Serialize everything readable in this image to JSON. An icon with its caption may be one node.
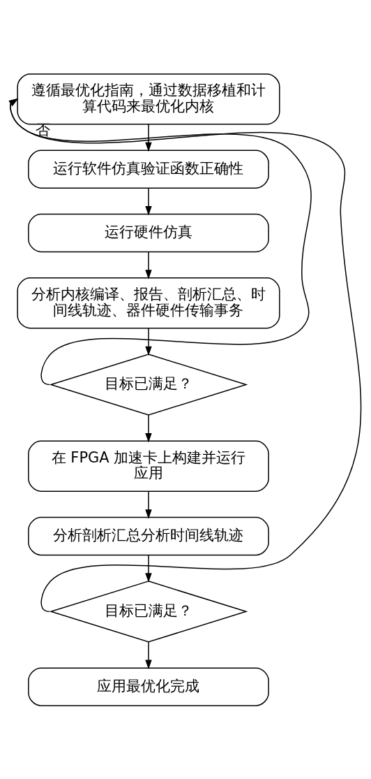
{
  "diagram": {
    "nodes": [
      {
        "text": [
          "遵循最优化指南，通过数据移植和计算代码来最优化内核"
        ]
      },
      {
        "text": [
          "运行软件仿真验证函数正确性"
        ]
      },
      {
        "text": [
          "运行硬件仿真"
        ]
      },
      {
        "text": [
          "分析内核编译、报告、剖析汇总、时间线轨迹、器件硬件传输事务"
        ]
      },
      {
        "text": [
          "目标已满足？"
        ]
      },
      {
        "text": [
          "在 FPGA 加速卡上构建并运行应用"
        ]
      },
      {
        "text": [
          "分析剖析汇总分析时间线轨迹"
        ]
      },
      {
        "text": [
          "目标已满足？"
        ]
      },
      {
        "text": [
          "应用最优化完成"
        ]
      }
    ],
    "edges": [
      {
        "from": 0,
        "to": 1,
        "arrow": "to"
      },
      {
        "from": 1,
        "to": 2,
        "arrow": "to"
      },
      {
        "from": 2,
        "to": 3,
        "arrow": "to"
      },
      {
        "from": 3,
        "to": 4,
        "arrow": "to"
      },
      {
        "from": 4,
        "to": 0,
        "arrow": "to",
        "label": "否"
      },
      {
        "from": 4,
        "to": 5,
        "arrow": "to"
      },
      {
        "from": 5,
        "to": 6,
        "arrow": "to"
      },
      {
        "from": 6,
        "to": 7,
        "arrow": "to"
      },
      {
        "from": 7,
        "to": 0,
        "arrow": "to"
      },
      {
        "from": 7,
        "to": 8,
        "arrow": "to"
      }
    ]
  }
}
